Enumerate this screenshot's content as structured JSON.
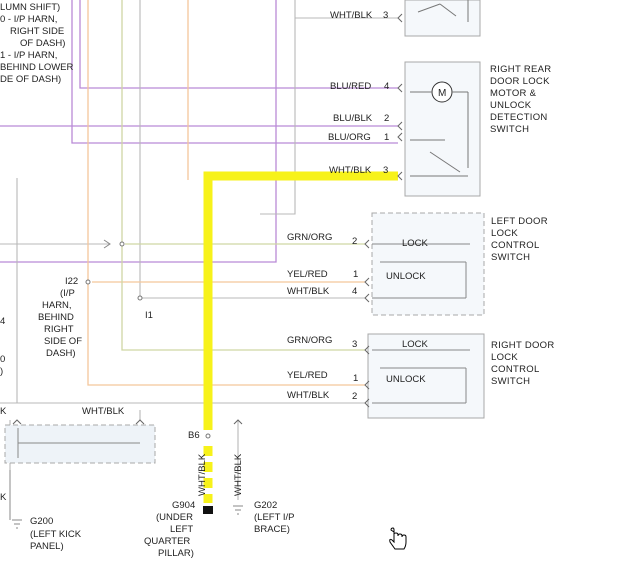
{
  "colors": {
    "background": "#ffffff",
    "wire_violet": "#b98ad6",
    "wire_orange": "#f4c79b",
    "wire_green": "#cfd6a4",
    "wire_gray": "#b8b8b8",
    "highlight": "#f7f21a",
    "component_fill": "#f5f8fb",
    "component_border": "#a8a8a8",
    "text": "#222222"
  },
  "top_left_note": [
    "LUMN SHIFT)",
    "0 - I/P HARN,",
    "RIGHT SIDE",
    "OF DASH)",
    "1 - I/P HARN,",
    "BEHIND LOWER",
    "DE OF DASH)"
  ],
  "left_fragments": {
    "f1": "4",
    "f2": "0",
    "f3": ")",
    "f4": "K",
    "f5": "K"
  },
  "connectors": {
    "i22": [
      "I22",
      "(I/P",
      "HARN,",
      "BEHIND",
      "RIGHT",
      "SIDE OF",
      "DASH)"
    ],
    "i1": "I1",
    "b6": "B6"
  },
  "components": {
    "rr_motor": {
      "label": [
        "RIGHT REAR",
        "DOOR LOCK",
        "MOTOR &",
        "UNLOCK",
        "DETECTION",
        "SWITCH"
      ],
      "motor_symbol": "M"
    },
    "left_switch": {
      "label": [
        "LEFT DOOR",
        "LOCK",
        "CONTROL",
        "SWITCH"
      ],
      "lock": "LOCK",
      "unlock": "UNLOCK"
    },
    "right_switch": {
      "label": [
        "RIGHT DOOR",
        "LOCK",
        "CONTROL",
        "SWITCH"
      ],
      "lock": "LOCK",
      "unlock": "UNLOCK"
    }
  },
  "wires": {
    "top_wht_blk": {
      "color": "WHT/BLK",
      "pin": "3"
    },
    "motor_blu_red": {
      "color": "BLU/RED",
      "pin": "4"
    },
    "motor_blu_blk": {
      "color": "BLU/BLK",
      "pin": "2"
    },
    "motor_blu_org": {
      "color": "BLU/ORG",
      "pin": "1"
    },
    "motor_wht_blk": {
      "color": "WHT/BLK",
      "pin": "3"
    },
    "ls_grn_org": {
      "color": "GRN/ORG",
      "pin": "2"
    },
    "ls_yel_red": {
      "color": "YEL/RED",
      "pin": "1"
    },
    "ls_wht_blk": {
      "color": "WHT/BLK",
      "pin": "4"
    },
    "rs_grn_org": {
      "color": "GRN/ORG",
      "pin": "3"
    },
    "rs_yel_red": {
      "color": "YEL/RED",
      "pin": "1"
    },
    "rs_wht_blk": {
      "color": "WHT/BLK",
      "pin": "2"
    },
    "bottom_left_wht_blk": {
      "color": "WHT/BLK"
    },
    "vert_b6": {
      "color": "WHT/BLK"
    },
    "vert_g202": {
      "color": "WHT/BLK"
    }
  },
  "grounds": {
    "g200": [
      "G200",
      "(LEFT KICK",
      "PANEL)"
    ],
    "g904": [
      "G904",
      "(UNDER",
      "LEFT",
      "QUARTER",
      "PILLAR)"
    ],
    "g202": [
      "G202",
      "(LEFT I/P",
      "BRACE)"
    ]
  }
}
